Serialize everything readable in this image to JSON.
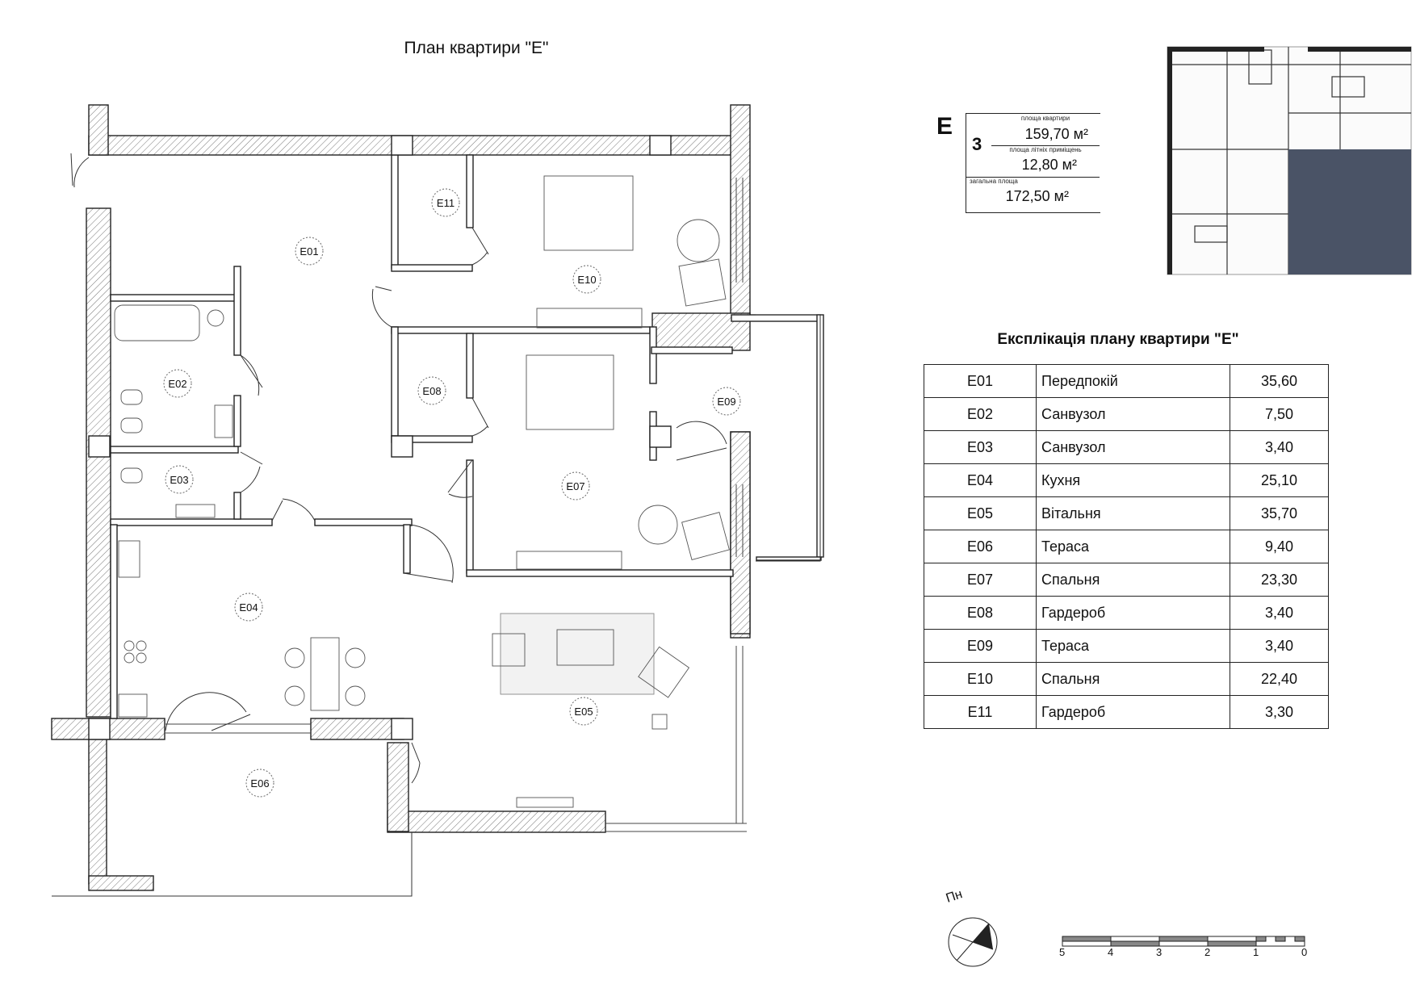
{
  "plan": {
    "title": "План квартири \"E\"",
    "rooms": [
      {
        "code": "E01"
      },
      {
        "code": "E02"
      },
      {
        "code": "E03"
      },
      {
        "code": "E04"
      },
      {
        "code": "E05"
      },
      {
        "code": "E06"
      },
      {
        "code": "E07"
      },
      {
        "code": "E08"
      },
      {
        "code": "E09"
      },
      {
        "code": "E10"
      },
      {
        "code": "E11"
      }
    ]
  },
  "areas": {
    "apartment_letter": "E",
    "floor": "3",
    "apartment_area_caption": "площа квартири",
    "apartment_area": "159,70 м²",
    "summer_area_caption": "площа літніх приміщень",
    "summer_area": "12,80 м²",
    "total_area_caption": "загальна площа",
    "total_area": "172,50 м²"
  },
  "explication": {
    "title": "Експлікація плану квартири \"E\"",
    "rows": [
      {
        "code": "E01",
        "name": "Передпокій",
        "area": "35,60"
      },
      {
        "code": "E02",
        "name": "Санвузол",
        "area": "7,50"
      },
      {
        "code": "E03",
        "name": "Санвузол",
        "area": "3,40"
      },
      {
        "code": "E04",
        "name": "Кухня",
        "area": "25,10"
      },
      {
        "code": "E05",
        "name": "Вітальня",
        "area": "35,70"
      },
      {
        "code": "E06",
        "name": "Тераса",
        "area": "9,40"
      },
      {
        "code": "E07",
        "name": "Спальня",
        "area": "23,30"
      },
      {
        "code": "E08",
        "name": "Гардероб",
        "area": "3,40"
      },
      {
        "code": "E09",
        "name": "Тераса",
        "area": "3,40"
      },
      {
        "code": "E10",
        "name": "Спальня",
        "area": "22,40"
      },
      {
        "code": "E11",
        "name": "Гардероб",
        "area": "3,30"
      }
    ]
  },
  "compass": {
    "label": "Пн"
  },
  "scale": {
    "ticks": [
      "5",
      "4",
      "3",
      "2",
      "1",
      "0"
    ]
  },
  "colors": {
    "highlight": "#4a5366",
    "wall_hatch": "#555555"
  }
}
